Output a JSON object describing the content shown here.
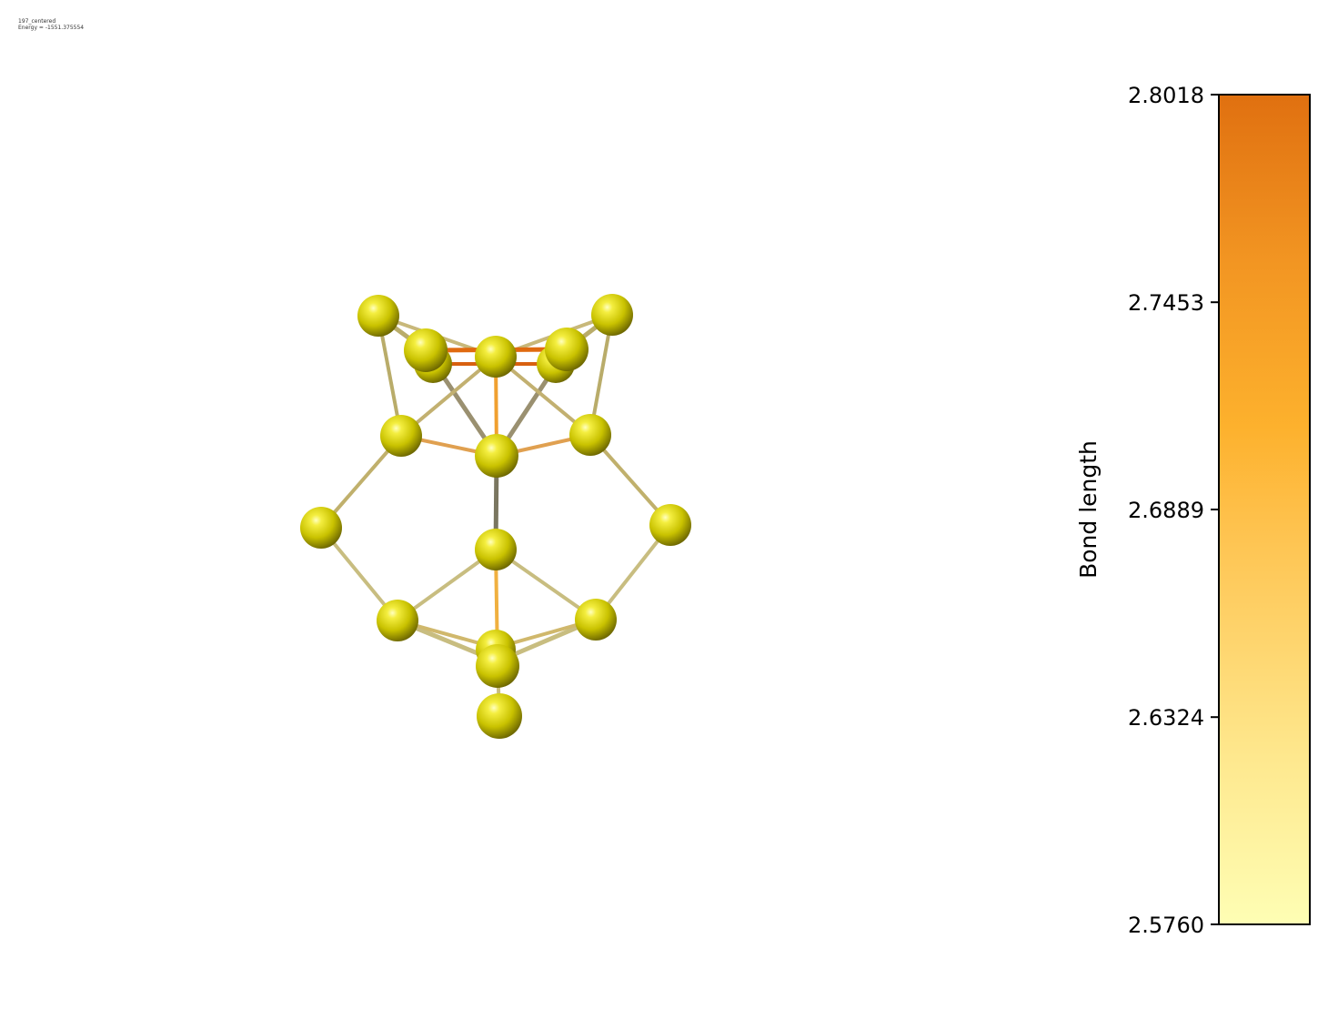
{
  "caption": {
    "name": "197_centered",
    "energy": "Energy = -1551.375554"
  },
  "colorbar": {
    "label": "Bond length",
    "min": 2.576,
    "max": 2.8018,
    "ticks": [
      "2.8018",
      "2.7453",
      "2.6889",
      "2.6324",
      "2.5760"
    ],
    "colors": [
      "#fdfdb3",
      "#fde28a",
      "#fdc24a",
      "#fbad2b",
      "#ef8e22",
      "#e07010"
    ]
  },
  "atoms": [
    {
      "id": "a1",
      "element": "Au"
    },
    {
      "id": "a2",
      "element": "Au"
    },
    {
      "id": "a3",
      "element": "Au"
    },
    {
      "id": "a4",
      "element": "Au"
    },
    {
      "id": "a5",
      "element": "Au"
    },
    {
      "id": "a6",
      "element": "Au"
    },
    {
      "id": "a7",
      "element": "Au"
    },
    {
      "id": "a8",
      "element": "Au"
    },
    {
      "id": "a9",
      "element": "Au"
    },
    {
      "id": "a10",
      "element": "Au"
    },
    {
      "id": "a11",
      "element": "Au"
    },
    {
      "id": "a12",
      "element": "Au"
    },
    {
      "id": "a13",
      "element": "Au"
    },
    {
      "id": "a14",
      "element": "Au"
    },
    {
      "id": "a15",
      "element": "Au"
    },
    {
      "id": "a16",
      "element": "Au"
    },
    {
      "id": "a17",
      "element": "Au"
    },
    {
      "id": "a18",
      "element": "Au"
    }
  ],
  "atom_color": "#d8d000"
}
